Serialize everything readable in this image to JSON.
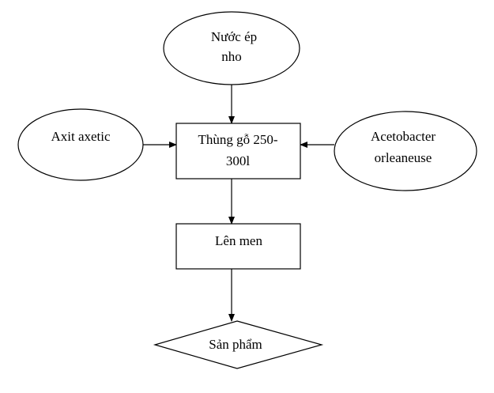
{
  "nodes": {
    "grape_juice": {
      "line1": "Nước ép",
      "line2": "nho"
    },
    "acetic_acid": {
      "label": "Axit axetic"
    },
    "wooden_barrel": {
      "line1": "Thùng gỗ 250-",
      "line2": "300l"
    },
    "acetobacter": {
      "line1": "Acetobacter",
      "line2": "orleaneuse"
    },
    "fermentation": {
      "label": "Lên men"
    },
    "product": {
      "label": "Sản phẩm"
    }
  },
  "edges": [
    {
      "from": "grape_juice",
      "to": "wooden_barrel"
    },
    {
      "from": "acetic_acid",
      "to": "wooden_barrel"
    },
    {
      "from": "acetobacter",
      "to": "wooden_barrel"
    },
    {
      "from": "wooden_barrel",
      "to": "fermentation"
    },
    {
      "from": "fermentation",
      "to": "product"
    }
  ]
}
